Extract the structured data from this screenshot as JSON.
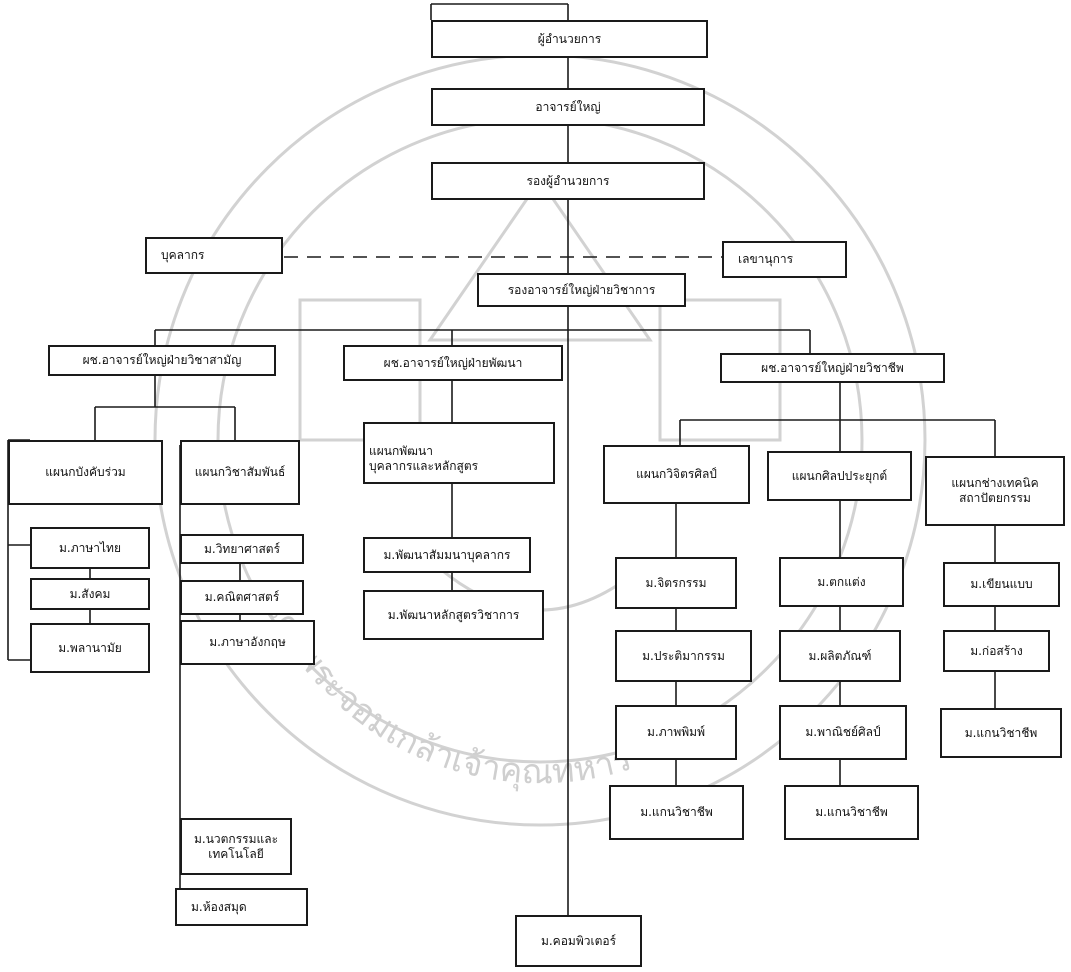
{
  "org": {
    "director": "ผู้อำนวยการ",
    "principal": "อาจารย์ใหญ่",
    "deputy_director": "รองผู้อำนวยการ",
    "personnel": "บุคลากร",
    "secretary": "เลขานุการ",
    "deputy_principal_academic": "รองอาจารย์ใหญ่ฝ่ายวิชาการ",
    "asst_general": "ผช.อาจารย์ใหญ่ฝ่ายวิชาสามัญ",
    "asst_development": "ผช.อาจารย์ใหญ่ฝ่ายพัฒนา",
    "asst_vocational": "ผช.อาจารย์ใหญ่ฝ่ายวิชาชีพ",
    "dept_compulsory": "แผนกบังคับร่วม",
    "unit_thai": "ม.ภาษาไทย",
    "unit_social": "ม.สังคม",
    "unit_health": "ม.พลานามัย",
    "dept_related": "แผนกวิชาสัมพันธ์",
    "unit_science": "ม.วิทยาศาสตร์",
    "unit_math": "ม.คณิตศาสตร์",
    "unit_english": "ม.ภาษาอังกฤษ",
    "unit_innovation_line1": "ม.นวตกรรมและ",
    "unit_innovation_line2": "เทคโนโลยี",
    "unit_library": "ม.ห้องสมุด",
    "dept_personnel_dev_line1": "แผนกพัฒนา",
    "dept_personnel_dev_line2": "บุคลากรและหลักสูตร",
    "unit_training": "ม.พัฒนาสัมมนาบุคลากร",
    "unit_curriculum": "ม.พัฒนาหลักสูตรวิชาการ",
    "unit_computer": "ม.คอมพิวเตอร์",
    "dept_fine_arts": "แผนกวิจิตรศิลป์",
    "unit_painting": "ม.จิตรกรรม",
    "unit_sculpture": "ม.ประติมากรรม",
    "unit_printmaking": "ม.ภาพพิมพ์",
    "unit_fine_core": "ม.แกนวิชาชีพ",
    "dept_applied_arts": "แผนกศิลปประยุกต์",
    "unit_decoration": "ม.ตกแต่ง",
    "unit_product": "ม.ผลิตภัณฑ์",
    "unit_commercial_art": "ม.พาณิชย์ศิลป์",
    "unit_applied_core": "ม.แกนวิชาชีพ",
    "dept_arch_tech_line1": "แผนกช่างเทคนิค",
    "dept_arch_tech_line2": "สถาปัตยกรรม",
    "unit_drafting": "ม.เขียนแบบ",
    "unit_construction": "ม.ก่อสร้าง",
    "unit_arch_core": "ม.แกนวิชาชีพ"
  },
  "watermark": {
    "text": "โดยพระจอมเกล้าเจ้าคุณทหาร"
  },
  "colors": {
    "line": "#1a1a1a",
    "watermark": "#c8c8c8"
  }
}
